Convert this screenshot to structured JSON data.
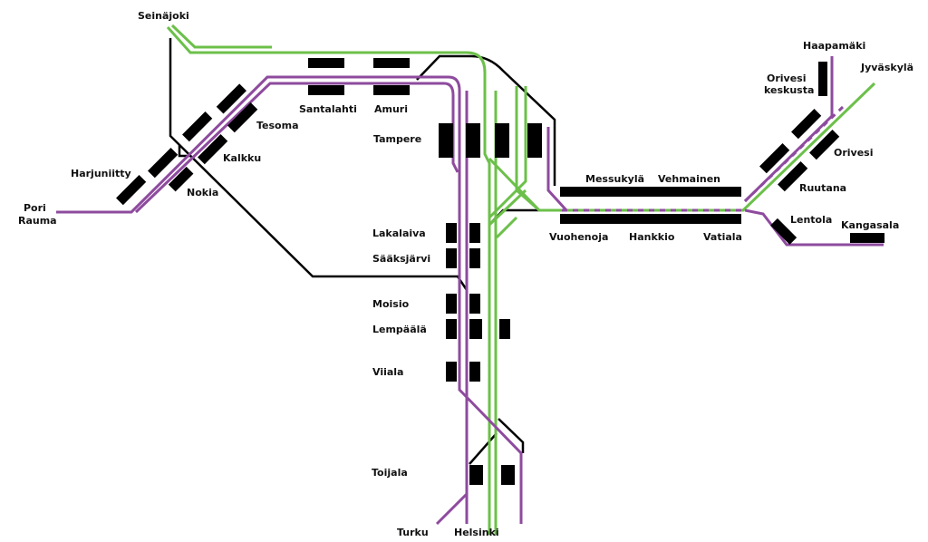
{
  "colors": {
    "green": "#6cc04a",
    "purple": "#8e4b9e",
    "track": "#000000"
  },
  "stations": {
    "seinajoki": "Seinäjoki",
    "haapamaki": "Haapamäki",
    "jyvaskyla": "Jyväskylä",
    "orivesi_keskusta_1": "Orivesi",
    "orivesi_keskusta_2": "keskusta",
    "orivesi": "Orivesi",
    "ruutana": "Ruutana",
    "lentola": "Lentola",
    "kangasala": "Kangasala",
    "santalahti": "Santalahti",
    "amuri": "Amuri",
    "tesoma": "Tesoma",
    "kalkku": "Kalkku",
    "nokia": "Nokia",
    "harjuniitty": "Harjuniitty",
    "pori": "Pori",
    "rauma": "Rauma",
    "tampere": "Tampere",
    "messukyla": "Messukylä",
    "vehmainen": "Vehmainen",
    "vuohenoja": "Vuohenoja",
    "hankkio": "Hankkio",
    "vatiala": "Vatiala",
    "lakalaiva": "Lakalaiva",
    "saaksjarvi": "Sääksjärvi",
    "moisio": "Moisio",
    "lempaala": "Lempäälä",
    "viiala": "Viiala",
    "toijala": "Toijala",
    "turku": "Turku",
    "helsinki": "Helsinki"
  }
}
